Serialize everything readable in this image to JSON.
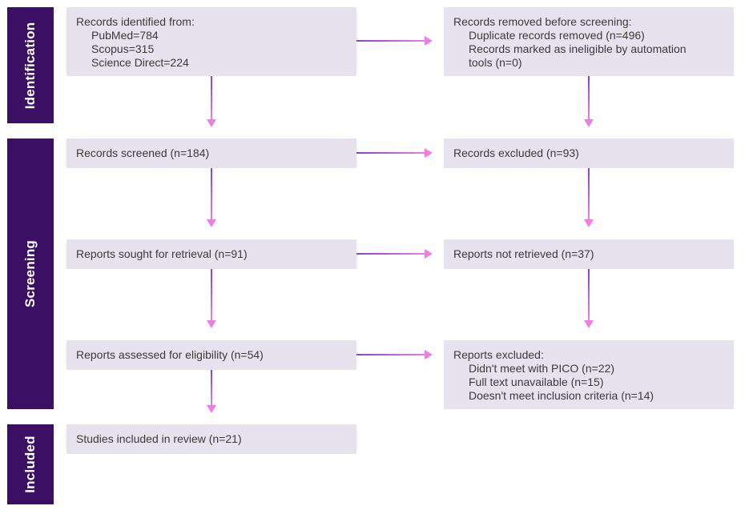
{
  "phases": {
    "identification": "Identification",
    "screening": "Screening",
    "included": "Included"
  },
  "boxes": {
    "records_identified": {
      "heading": "Records identified from:",
      "lines": [
        "PubMed=784",
        "Scopus=315",
        "Science Direct=224"
      ]
    },
    "records_removed": {
      "heading": "Records removed before screening:",
      "lines": [
        "Duplicate records removed (n=496)",
        "Records marked as ineligible by automation",
        "tools (n=0)"
      ]
    },
    "records_screened": "Records screened (n=184)",
    "records_excluded": "Records excluded (n=93)",
    "reports_sought": "Reports sought for retrieval (n=91)",
    "reports_not_retrieved": "Reports not retrieved (n=37)",
    "reports_assessed": "Reports assessed for eligibility (n=54)",
    "reports_excluded": {
      "heading": "Reports excluded:",
      "lines": [
        "Didn't meet with PICO (n=22)",
        "Full text unavailable (n=15)",
        "Doesn't meet inclusion criteria (n=14)"
      ]
    },
    "studies_included": "Studies included in review (n=21)"
  },
  "colors": {
    "phase_bar": "#3b0f63",
    "box_fill": "#e7e3ee",
    "arrow_start": "#8a3fd1",
    "arrow_end": "#ee7fe2"
  }
}
